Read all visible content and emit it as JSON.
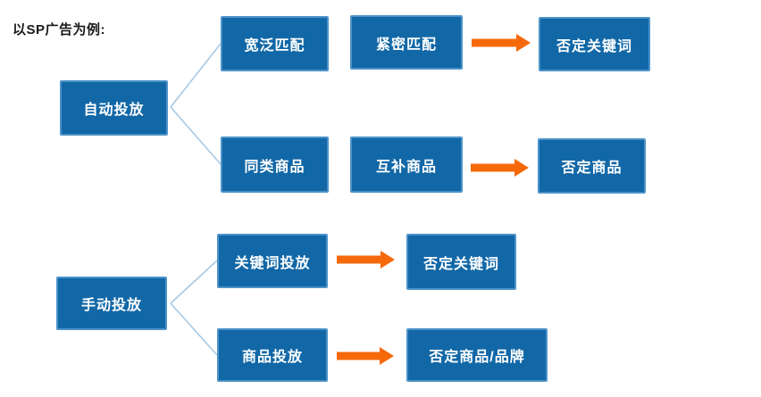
{
  "title": "以SP广告为例:",
  "colors": {
    "box_fill": "#1268A7",
    "box_border": "#4D92C8",
    "arrow_orange": "#F5690B",
    "connector_blue": "#A7C9E5",
    "text_on_box": "#FFFFFF",
    "title_text": "#1A1A1A"
  },
  "nodes": {
    "auto": "自动投放",
    "broad": "宽泛匹配",
    "close": "紧密匹配",
    "neg_kw_1": "否定关键词",
    "similar": "同类商品",
    "complementary": "互补商品",
    "neg_product": "否定商品",
    "manual": "手动投放",
    "keyword_targeting": "关键词投放",
    "neg_kw_2": "否定关键词",
    "product_targeting": "商品投放",
    "neg_product_brand": "否定商品/品牌"
  },
  "edges": [
    {
      "from": "自动投放",
      "to": "宽泛匹配",
      "style": "line"
    },
    {
      "from": "自动投放",
      "to": "同类商品",
      "style": "line"
    },
    {
      "from": "紧密匹配",
      "to": "否定关键词",
      "style": "arrow"
    },
    {
      "from": "互补商品",
      "to": "否定商品",
      "style": "arrow"
    },
    {
      "from": "手动投放",
      "to": "关键词投放",
      "style": "line"
    },
    {
      "from": "手动投放",
      "to": "商品投放",
      "style": "line"
    },
    {
      "from": "关键词投放",
      "to": "否定关键词",
      "style": "arrow"
    },
    {
      "from": "商品投放",
      "to": "否定商品/品牌",
      "style": "arrow"
    }
  ]
}
